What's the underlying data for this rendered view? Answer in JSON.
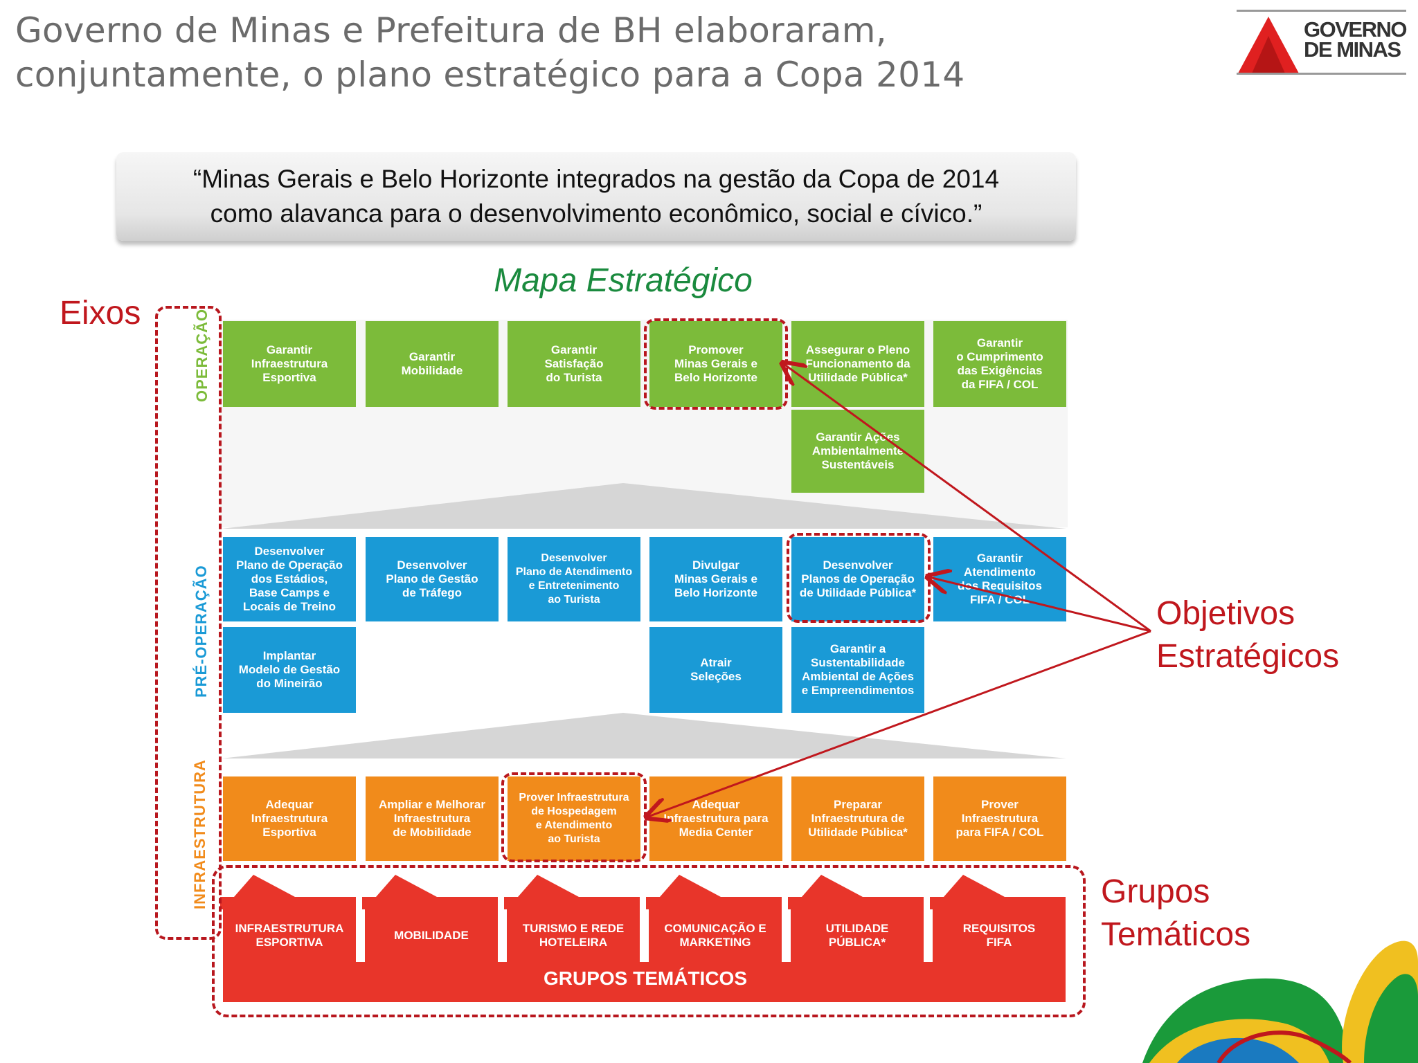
{
  "header": {
    "title_line1": "Governo de Minas e Prefeitura de BH elaboraram,",
    "title_line2": "conjuntamente, o plano estratégico para a Copa 2014",
    "logo_line1": "GOVERNO",
    "logo_line2": "DE MINAS"
  },
  "quote": {
    "line1": "“Minas Gerais e Belo Horizonte integrados na gestão da Copa de 2014",
    "line2": "como alavanca para o desenvolvimento econômico, social e cívico.”"
  },
  "map_title": "Mapa Estratégico",
  "annotations": {
    "eixos": "Eixos",
    "objetivos_line1": "Objetivos",
    "objetivos_line2": "Estratégicos",
    "grupos_line1": "Grupos",
    "grupos_line2": "Temáticos"
  },
  "axes": {
    "operacao": "OPERAÇÃO",
    "pre_operacao": "PRÉ-OPERAÇÃO",
    "infraestrutura": "INFRAESTRUTURA"
  },
  "operacao": [
    "Garantir\nInfraestrutura\nEsportiva",
    "Garantir\nMobilidade",
    "Garantir\nSatisfação\ndo Turista",
    "Promover\nMinas Gerais e\nBelo Horizonte",
    "Assegurar o Pleno\nFuncionamento da\nUtilidade Pública*",
    "Garantir\no Cumprimento\ndas Exigências\nda FIFA / COL",
    "Garantir Ações\nAmbientalmente\nSustentáveis"
  ],
  "pre_operacao": [
    "Desenvolver\nPlano de Operação\ndos Estádios,\nBase Camps e\nLocais de Treino",
    "Desenvolver\nPlano de Gestão\nde Tráfego",
    "Desenvolver\nPlano de Atendimento\ne Entretenimento\nao Turista",
    "Divulgar\nMinas Gerais e\nBelo Horizonte",
    "Desenvolver\nPlanos de Operação\nde Utilidade Pública*",
    "Garantir\nAtendimento\ndos Requisitos\nFIFA / COL",
    "Implantar\nModelo de Gestão\ndo Mineirão",
    "Atrair\nSeleções",
    "Garantir a\nSustentabilidade\nAmbiental de Ações\ne Empreendimentos"
  ],
  "infraestrutura": [
    "Adequar\nInfraestrutura\nEsportiva",
    "Ampliar e Melhorar\nInfraestrutura\nde Mobilidade",
    "Prover Infraestrutura\nde Hospedagem\ne Atendimento\nao Turista",
    "Adequar\nInfraestrutura para\nMedia Center",
    "Preparar\nInfraestrutura de\nUtilidade Pública*",
    "Prover\nInfraestrutura\npara FIFA / COL"
  ],
  "grupos": [
    "INFRAESTRUTURA\nESPORTIVA",
    "MOBILIDADE",
    "TURISMO E REDE\nHOTELEIRA",
    "COMUNICAÇÃO E\nMARKETING",
    "UTILIDADE\nPÚBLICA*",
    "REQUISITOS\nFIFA"
  ],
  "grupos_title": "GRUPOS TEMÁTICOS",
  "colors": {
    "operacao": "#7cbb3a",
    "pre_operacao": "#1a9ad6",
    "infraestrutura": "#f18b1b",
    "grupos": "#e8352a",
    "annotation": "#c0171d",
    "map_title": "#1a8a3e"
  }
}
